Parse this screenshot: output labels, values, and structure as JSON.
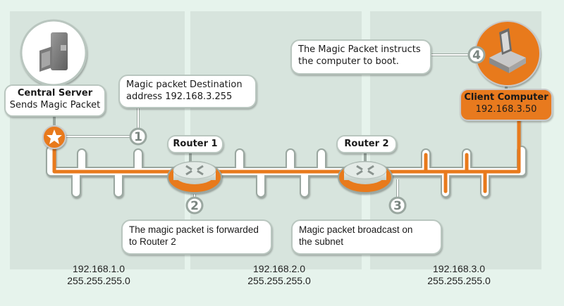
{
  "colors": {
    "background": "#e6f3ec",
    "panel": "#d7e4dd",
    "accent": "#e87a1e",
    "pipe_outline": "#9aa7a0"
  },
  "server": {
    "icon": "server-icon",
    "title": "Central Server",
    "subtitle": "Sends Magic Packet",
    "marker_icon": "star-icon"
  },
  "client": {
    "icon": "computer-icon",
    "title": "Client Computer",
    "address": "192.168.3.50"
  },
  "routers": [
    {
      "label": "Router 1",
      "icon": "router-icon"
    },
    {
      "label": "Router 2",
      "icon": "router-icon"
    }
  ],
  "steps": [
    {
      "number": "1",
      "text_line1": "Magic packet Destination",
      "text_line2": "address 192.168.3.255"
    },
    {
      "number": "2",
      "text_line1": "The magic packet is forwarded",
      "text_line2": "to Router 2"
    },
    {
      "number": "3",
      "text_line1": "Magic packet broadcast on",
      "text_line2": "the subnet"
    },
    {
      "number": "4",
      "text_line1": "The Magic Packet instructs",
      "text_line2": "the computer to boot."
    }
  ],
  "subnets": [
    {
      "network": "192.168.1.0",
      "mask": "255.255.255.0"
    },
    {
      "network": "192.168.2.0",
      "mask": "255.255.255.0"
    },
    {
      "network": "192.168.3.0",
      "mask": "255.255.255.0"
    }
  ]
}
